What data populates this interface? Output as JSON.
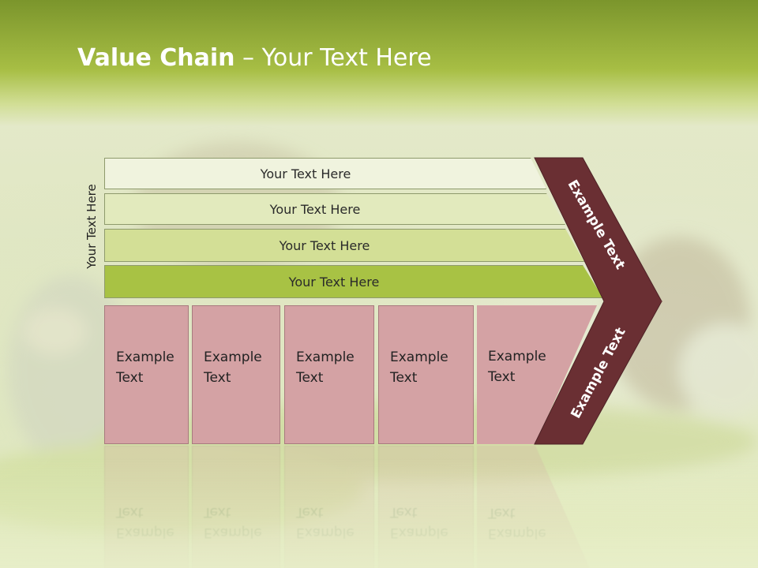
{
  "title": {
    "bold": "Value Chain",
    "rest": " – Your Text Here"
  },
  "side_label": "Your Text Here",
  "bars": [
    {
      "label": "Your Text Here"
    },
    {
      "label": "Your Text Here"
    },
    {
      "label": "Your Text Here"
    },
    {
      "label": "Your Text Here"
    }
  ],
  "boxes": [
    {
      "label": "Example\nText"
    },
    {
      "label": "Example\nText"
    },
    {
      "label": "Example\nText"
    },
    {
      "label": "Example\nText"
    },
    {
      "label": "Example\nText"
    }
  ],
  "arrow": {
    "top_label": "Example Text",
    "bottom_label": "Example Text"
  },
  "colors": {
    "title_band": "#a7be44",
    "bar_1": "#f0f3de",
    "bar_2": "#e2eabd",
    "bar_3": "#d3df96",
    "bar_4": "#a8c244",
    "box": "#d4a2a4",
    "arrow": "#6a2f33"
  }
}
